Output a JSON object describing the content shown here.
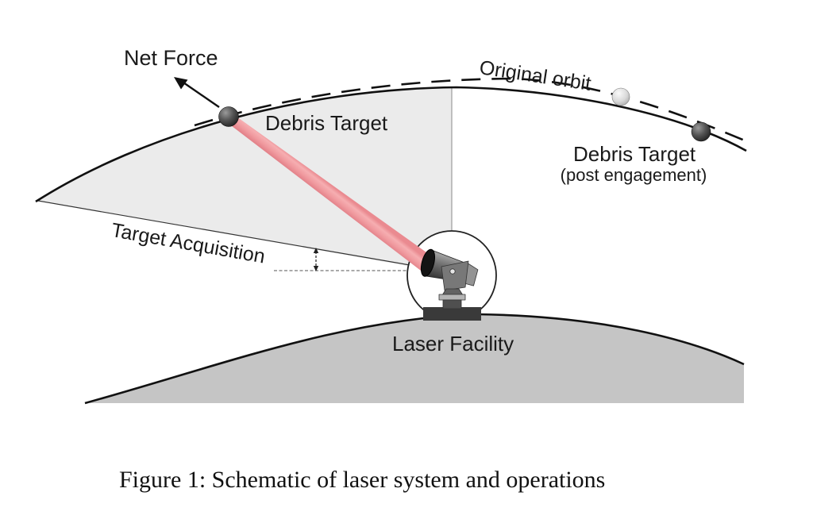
{
  "figure": {
    "caption": "Figure 1: Schematic of laser system and operations"
  },
  "diagram": {
    "labels": {
      "net_force": "Net Force",
      "debris_target": "Debris Target",
      "original_orbit": "Original orbit",
      "debris_target_post_line1": "Debris Target",
      "debris_target_post_line2": "(post engagement)",
      "target_acquisition": "Target Acquisition",
      "laser_facility": "Laser Facility"
    },
    "colors": {
      "beam_edge": "#e8838a",
      "beam_core": "#f6aeb1",
      "acquisition_cone_fill": "#ebebeb",
      "ground_fill": "#c5c5c5",
      "outline": "#111111",
      "text": "#1a1a1a"
    }
  }
}
